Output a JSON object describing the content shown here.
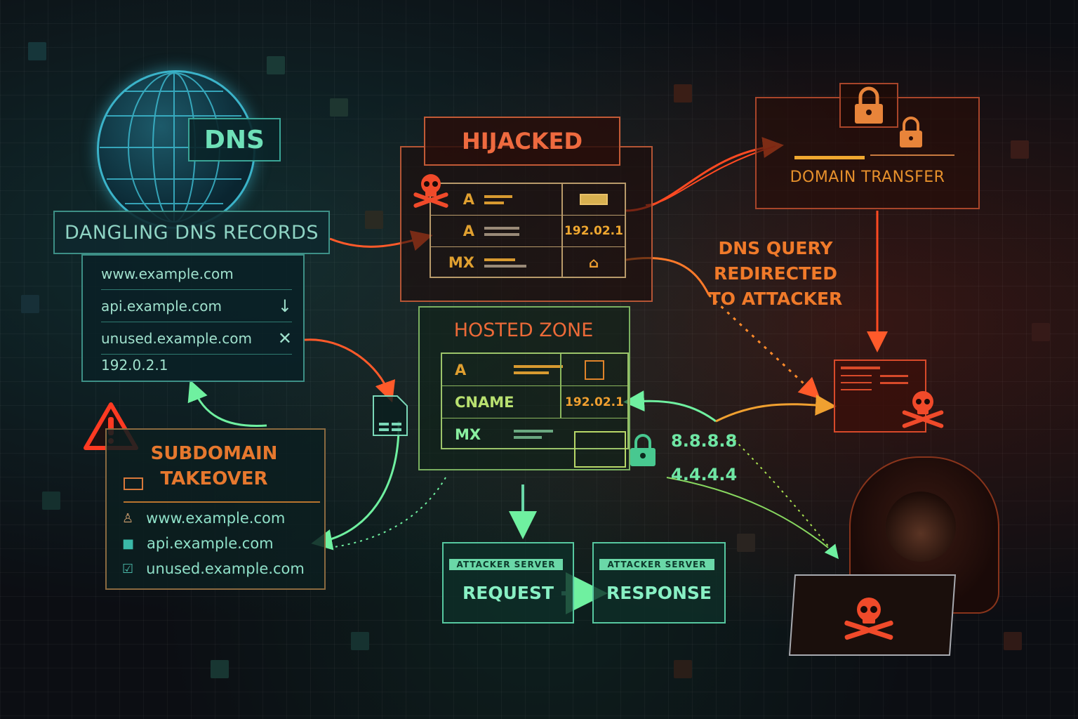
{
  "diagram": {
    "theme": "Dangling DNS / subdomain takeover attack flow",
    "colors": {
      "background": "#0c0e13",
      "teal": "#7fd9c0",
      "green": "#6fe6a4",
      "orange": "#f07a2a",
      "red": "#e8452a",
      "amber": "#f0a830"
    }
  },
  "dns_globe": {
    "icon": "globe-icon",
    "tag": "DNS"
  },
  "dangling_records": {
    "title": "DANGLING DNS RECORDS",
    "rows": [
      {
        "label": "www.example.com",
        "icon": ""
      },
      {
        "label": "api.example.com",
        "icon": "↓"
      },
      {
        "label": "unused.example.com",
        "icon": "✕"
      },
      {
        "label": "192.0.2.1",
        "icon": ""
      }
    ]
  },
  "hijacked": {
    "title": "HIJACKED",
    "icon": "skull-crossbones-icon",
    "records": [
      {
        "type": "A",
        "value": ""
      },
      {
        "type": "A",
        "value": "192.02.1"
      },
      {
        "type": "MX",
        "value": ""
      }
    ]
  },
  "domain_transfer": {
    "label": "DOMAIN TRANSFER",
    "icons": [
      "padlock-icon",
      "padlock-icon"
    ]
  },
  "redirect_note": {
    "lines": [
      "DNS QUERY",
      "REDIRECTED",
      "TO ATTACKER"
    ]
  },
  "hosted_zone": {
    "title": "HOSTED ZONE",
    "records": [
      {
        "type": "A",
        "value": ""
      },
      {
        "type": "CNAME",
        "value": "192.02.1"
      },
      {
        "type": "MX",
        "value": ""
      }
    ]
  },
  "resolvers": {
    "ips": [
      "8.8.8.8",
      "4.4.4.4"
    ]
  },
  "subdomain_takeover": {
    "title_line1": "SUBDOMAIN",
    "title_line2": "TAKEOVER",
    "items": [
      {
        "label": "www.example.com",
        "icon": "person-icon"
      },
      {
        "label": "api.example.com",
        "icon": "server-icon"
      },
      {
        "label": "unused.example.com",
        "icon": "checkbox-icon"
      }
    ]
  },
  "flow": {
    "request": {
      "header": "ATTACKER SERVER",
      "label": "REQUEST"
    },
    "response": {
      "header": "ATTACKER SERVER",
      "label": "RESPONSE"
    }
  },
  "attacker": {
    "icon": "hooded-hacker-icon",
    "laptop_icon": "skull-crossbones-icon",
    "screen_icon": "skull-crossbones-icon"
  }
}
